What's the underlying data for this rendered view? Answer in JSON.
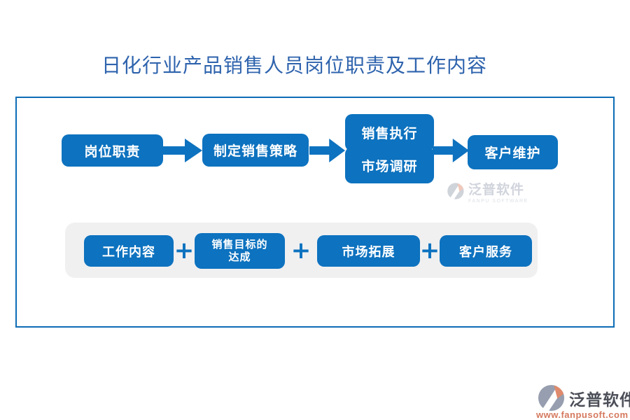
{
  "title": "日化行业产品销售人员岗位职责及工作内容",
  "flow": {
    "nodes": [
      "岗位职责",
      "制定销售策略",
      "销售执行",
      "市场调研",
      "客户维护"
    ]
  },
  "work": {
    "separator": "+",
    "items": [
      "工作内容",
      "销售目标的\n达成",
      "市场拓展",
      "客户服务"
    ]
  },
  "watermark": {
    "brand": "泛普软件",
    "subtitle": "FANPU SOFTWARE"
  },
  "footer": {
    "brand": "泛普软件",
    "url": "www.fanpusoft.com"
  },
  "colors": {
    "node_blue": "#0d72bf",
    "frame_border": "#0d6cb5",
    "title_blue": "#2e63ad",
    "group_bg": "#f0f0f1",
    "footer_url": "#d5795e",
    "logo_gray": "#969eaf",
    "logo_salmon": "#df8a6c"
  }
}
